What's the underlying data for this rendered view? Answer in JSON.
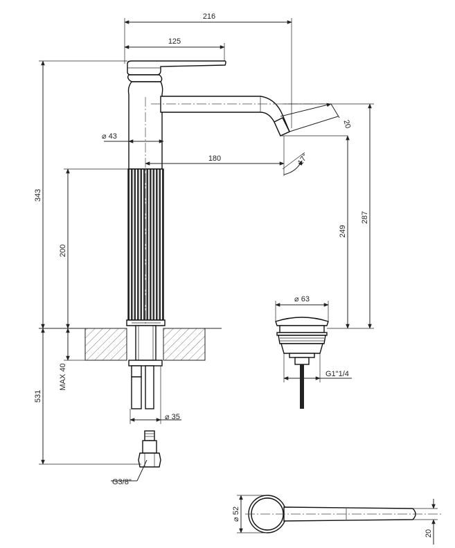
{
  "dimensions": {
    "overall_width": "216",
    "lever_length": "125",
    "body_diameter": "⌀ 43",
    "spout_reach": "180",
    "total_height": "343",
    "knurled_height": "200",
    "spout_outlet_height": "249",
    "spout_top_height": "287",
    "outlet_width": "20",
    "outlet_angle": "17°",
    "max_deck_thickness": "MAX 40",
    "below_deck_length": "531",
    "shank_diameter": "⌀ 35",
    "hose_thread": "G3/8\"",
    "waste_diameter": "⌀ 63",
    "waste_thread": "G1\"1/4",
    "base_diameter": "⌀ 52",
    "lever_width": "20"
  },
  "colors": {
    "line": "#222222",
    "knurl": "#333333",
    "hatch": "#555555"
  }
}
